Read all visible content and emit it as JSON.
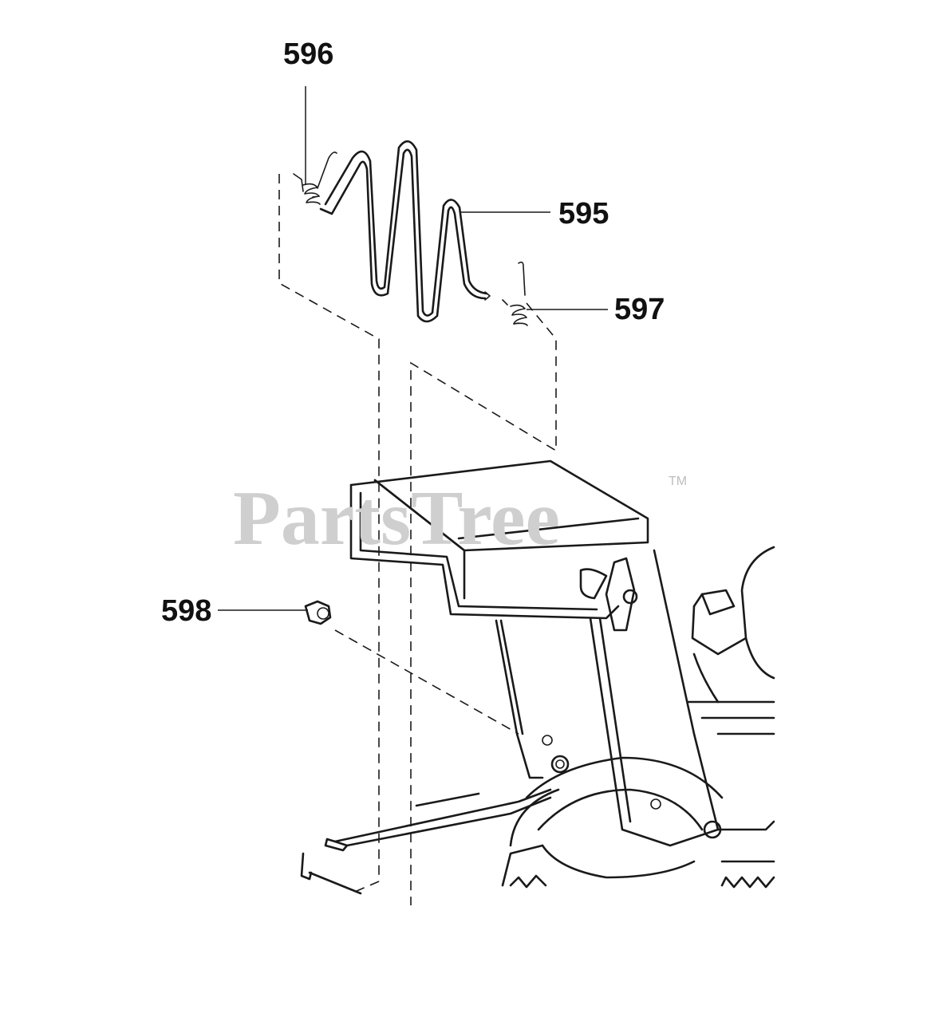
{
  "watermark": {
    "text": "PartsTree",
    "trademark": "TM"
  },
  "callouts": [
    {
      "id": "596",
      "label": "596"
    },
    {
      "id": "595",
      "label": "595"
    },
    {
      "id": "597",
      "label": "597"
    },
    {
      "id": "598",
      "label": "598"
    }
  ],
  "colors": {
    "line": "#1a1a1a",
    "watermark": "#cfcfcf",
    "background": "#ffffff"
  }
}
